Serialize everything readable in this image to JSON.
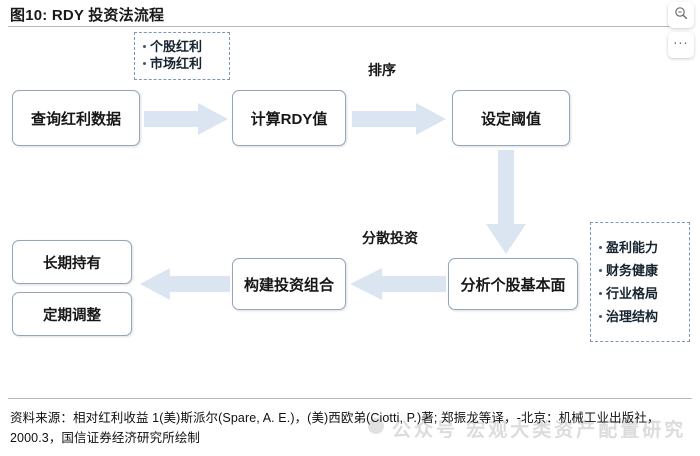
{
  "header": {
    "title": "图10: RDY 投资法流程",
    "tools": [
      {
        "name": "zoom-icon",
        "label": "放大"
      },
      {
        "name": "more-icon",
        "label": "···"
      }
    ]
  },
  "diagram": {
    "type": "flowchart",
    "nodes": [
      {
        "id": "query",
        "label": "查询红利数据"
      },
      {
        "id": "calc",
        "label": "计算RDY值"
      },
      {
        "id": "threshold",
        "label": "设定阈值"
      },
      {
        "id": "analyze",
        "label": "分析个股基本面"
      },
      {
        "id": "portfolio",
        "label": "构建投资组合"
      },
      {
        "id": "hold",
        "label": "长期持有"
      },
      {
        "id": "rebalance",
        "label": "定期调整"
      }
    ],
    "edge_labels": {
      "sort": "排序",
      "diversify": "分散投资"
    },
    "annotations": {
      "dividend_sources": {
        "items": [
          "个股红利",
          "市场红利"
        ]
      },
      "fundamental_factors": {
        "items": [
          "盈利能力",
          "财务健康",
          "行业格局",
          "治理结构"
        ]
      }
    },
    "colors": {
      "arrow_fill": "#dbe5f1",
      "node_border": "#93a6bb",
      "dashed_border": "#7b97b8"
    }
  },
  "footer": {
    "source_text": "资料来源：相对红利收益 1(美)斯派尔(Spare, A. E.)，(美)西欧弟(Ciotti, P.)著; 郑振龙等译，-北京：机械工业出版社，2000.3，国信证券经济研究所绘制"
  },
  "watermark": {
    "text": "公众号 宏观大类资产配置研究"
  }
}
